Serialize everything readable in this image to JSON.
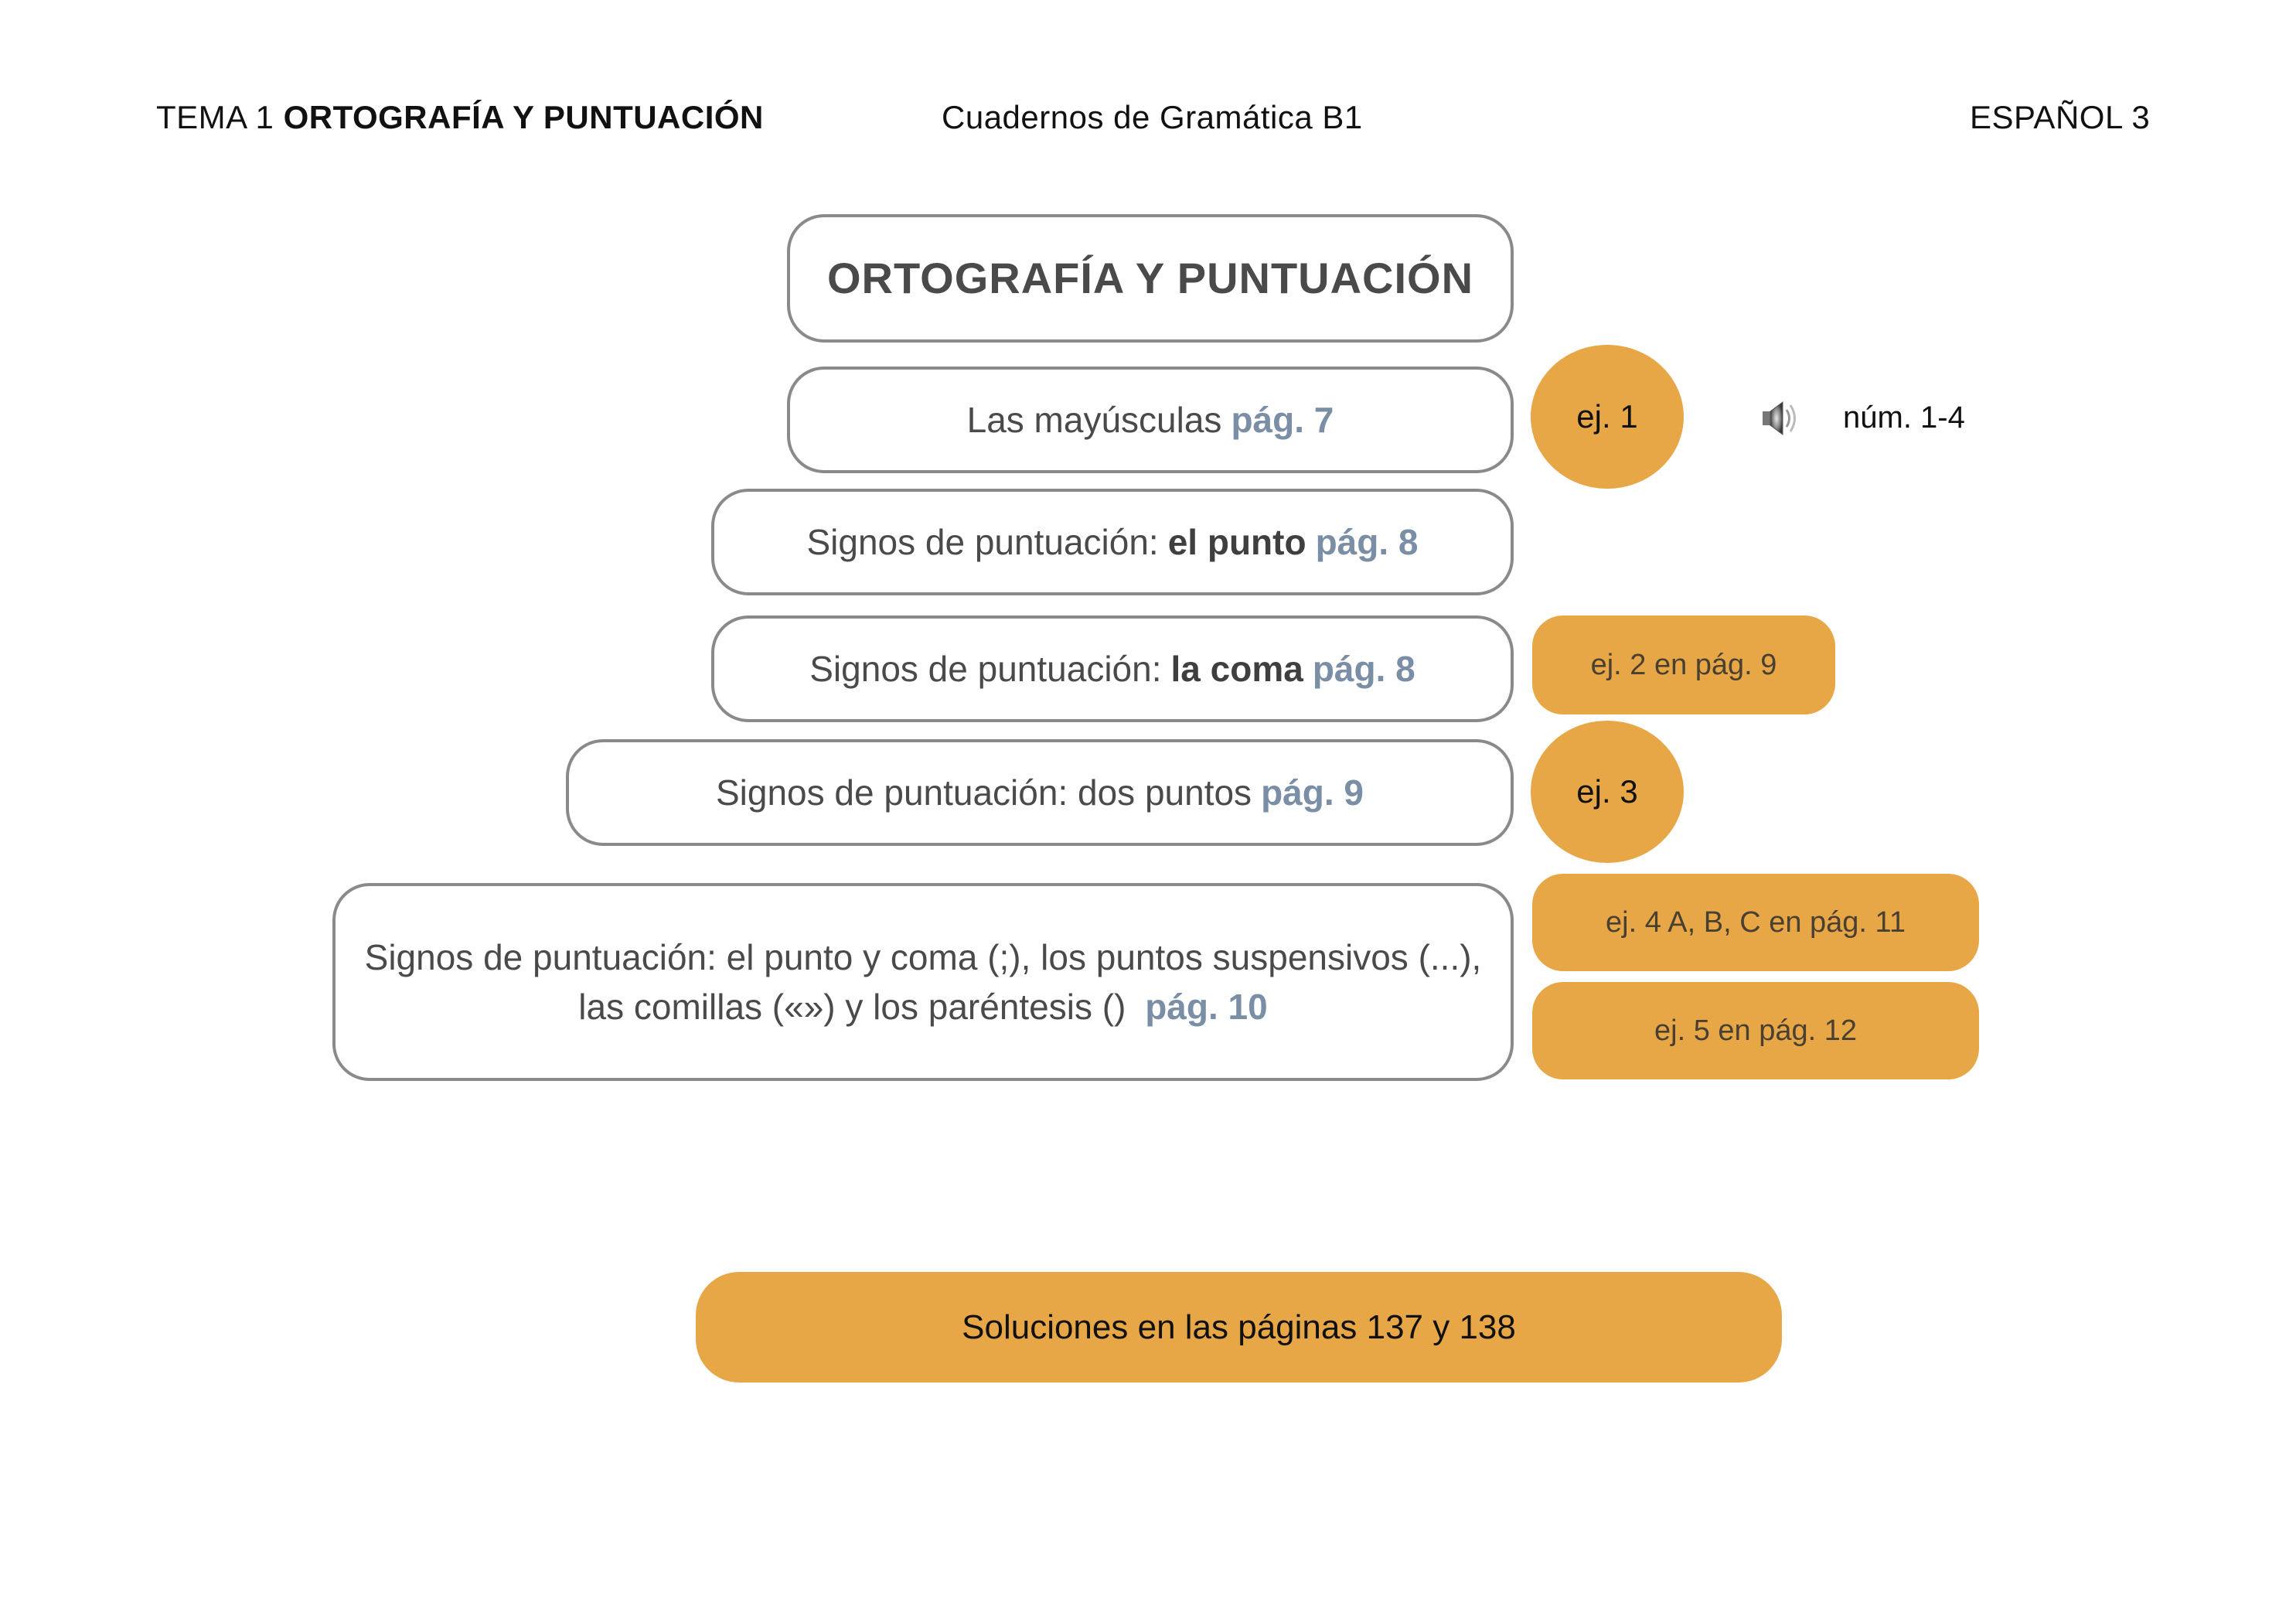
{
  "header": {
    "left_prefix": "TEMA 1",
    "left_bold": "ORTOGRAFÍA Y PUNTUACIÓN",
    "center": "Cuadernos de Gramática B1",
    "right": "ESPAÑOL 3"
  },
  "title_box": {
    "text": "ORTOGRAFÍA Y PUNTUACIÓN"
  },
  "rows": [
    {
      "text": "Las mayúsculas",
      "bold": "",
      "page": "pág. 7"
    },
    {
      "text": "Signos de puntuación:",
      "bold": "el punto",
      "page": "pág. 8"
    },
    {
      "text": "Signos de puntuación:",
      "bold": "la coma",
      "page": "pág. 8"
    },
    {
      "text": "Signos de puntuación: dos puntos",
      "bold": "",
      "page": "pág. 9"
    },
    {
      "line1": "Signos de puntuación: el punto y coma (;), los puntos suspensivos (...),",
      "line2": "las comillas («») y los paréntesis ()",
      "page": "pág. 10"
    }
  ],
  "exercises": {
    "ej1": "ej. 1",
    "ej2": "ej. 2 en pág. 9",
    "ej3": "ej. 3",
    "ej4": "ej. 4 A, B, C en pág. 11",
    "ej5": "ej. 5 en pág. 12"
  },
  "audio": {
    "icon": "speaker-icon",
    "label": "núm. 1-4"
  },
  "solutions": {
    "label": "Soluciones en las páginas 137 y 138"
  },
  "colors": {
    "accent": "#e8a746",
    "page_ref": "#7a8ea6",
    "border": "#8a8a8a",
    "text": "#4a4a4a"
  }
}
